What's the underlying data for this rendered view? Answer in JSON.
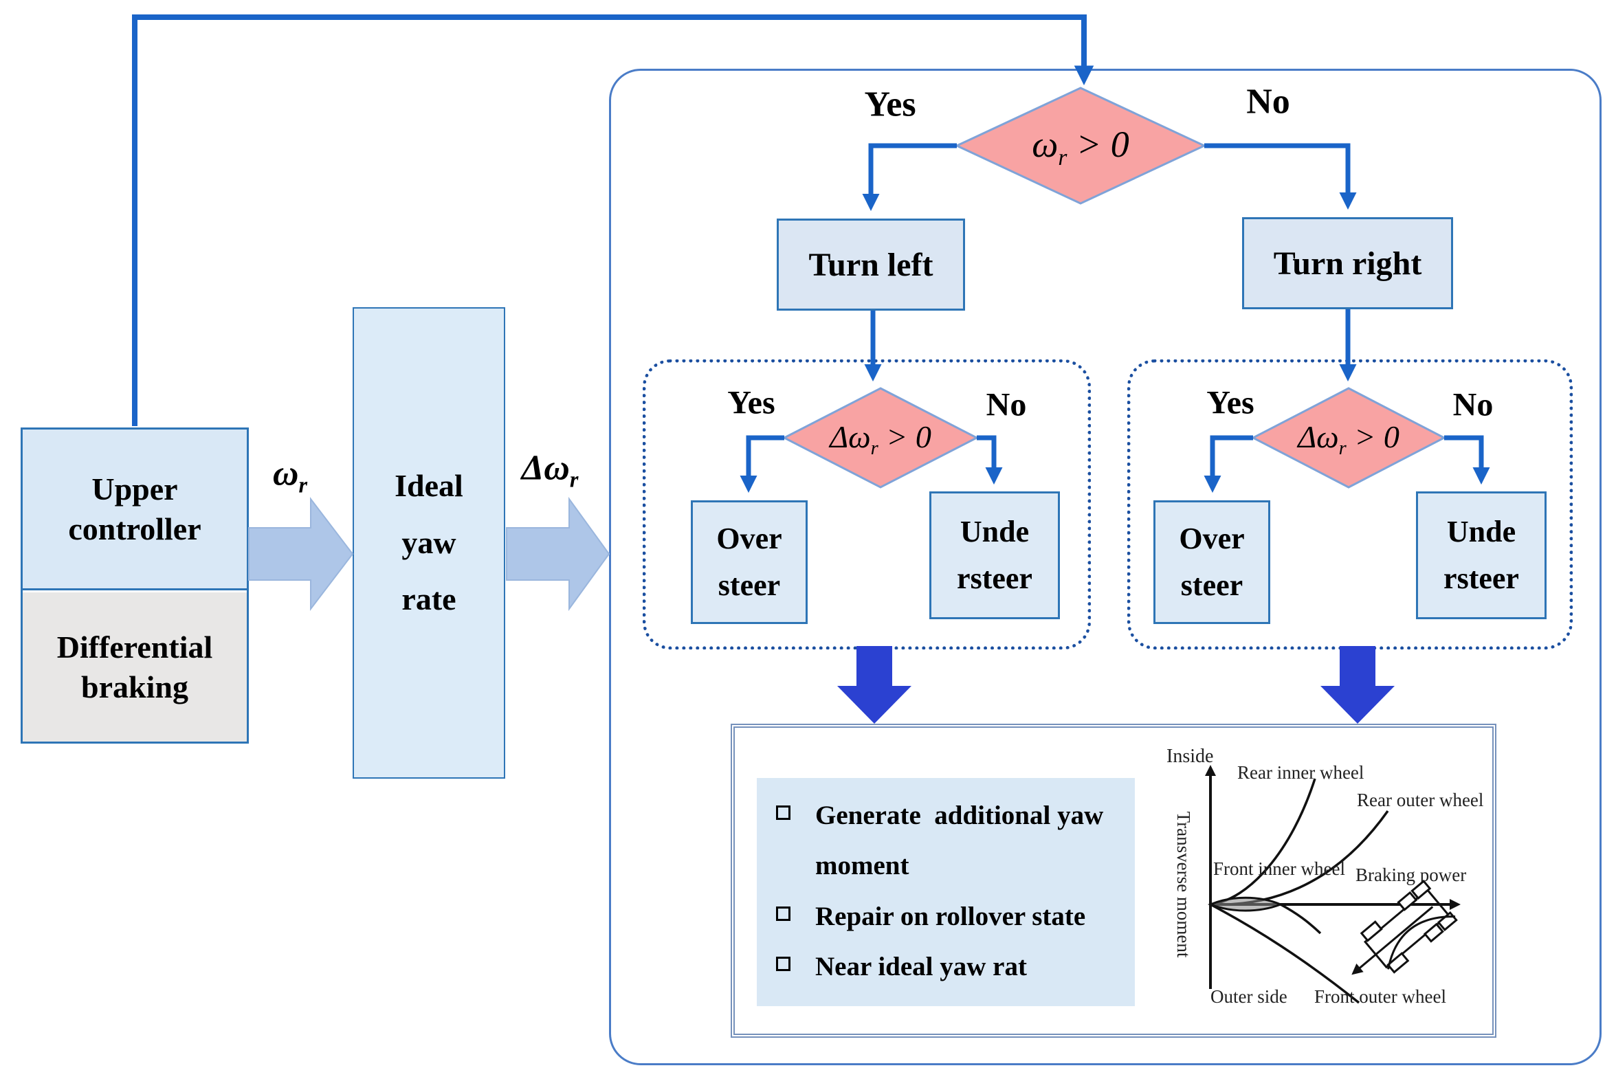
{
  "palette": {
    "line_blue": "#1a64c8",
    "box_border_blue": "#2e75b6",
    "box_fill_blue": "#dbe6f3",
    "box_fill_gray": "#e8e7e6",
    "diamond_fill": "#f8a3a3",
    "diamond_border": "#7fa3d8",
    "thick_arrow_blue": "#2b41d1",
    "dotted_border_blue": "#1b4fa0",
    "panel_fill": "#d9e8f5",
    "container_border": "#4a7cc7",
    "double_border": "#7591bb",
    "block_arrow_fill": "#aec6e8"
  },
  "blocks": {
    "upper_controller": {
      "line1": "Upper",
      "line2": "controller"
    },
    "differential_braking": {
      "line1": "Differential",
      "line2": "braking"
    },
    "ideal_yaw_rate": {
      "line1": "Ideal",
      "line2": "yaw",
      "line3": "rate"
    }
  },
  "signals": {
    "omega": {
      "base": "ω",
      "sub": "r"
    },
    "delta_omega": {
      "base": "Δω",
      "sub": "r"
    }
  },
  "decisions": {
    "top": {
      "base": "ω",
      "sub": "r",
      "tail": " > 0",
      "yes": "Yes",
      "no": "No"
    },
    "left": {
      "base": "Δω",
      "sub": "r",
      "tail": " > 0",
      "yes": "Yes",
      "no": "No"
    },
    "right": {
      "base": "Δω",
      "sub": "r",
      "tail": " > 0",
      "yes": "Yes",
      "no": "No"
    }
  },
  "actions": {
    "turn_left": "Turn left",
    "turn_right": "Turn right",
    "left_branch": {
      "oversteer": {
        "line1": "Over",
        "line2": "steer"
      },
      "understeer": {
        "line1": "Unde",
        "line2": "rsteer"
      }
    },
    "right_branch": {
      "oversteer": {
        "line1": "Over",
        "line2": "steer"
      },
      "understeer": {
        "line1": "Unde",
        "line2": "rsteer"
      }
    }
  },
  "outcome": {
    "bullets": [
      "Generate  additional yaw moment",
      "Repair on rollover state",
      "Near ideal yaw rat"
    ]
  },
  "graph": {
    "y_axis_top_label": "Inside",
    "y_axis_label": "Transverse moment",
    "x_axis_label": "Braking power",
    "bottom_left_label": "Outer side",
    "curves": {
      "rear_inner": "Rear inner wheel",
      "rear_outer": "Rear outer wheel",
      "front_inner": "Front inner wheel",
      "front_outer": "Front outer wheel"
    }
  }
}
